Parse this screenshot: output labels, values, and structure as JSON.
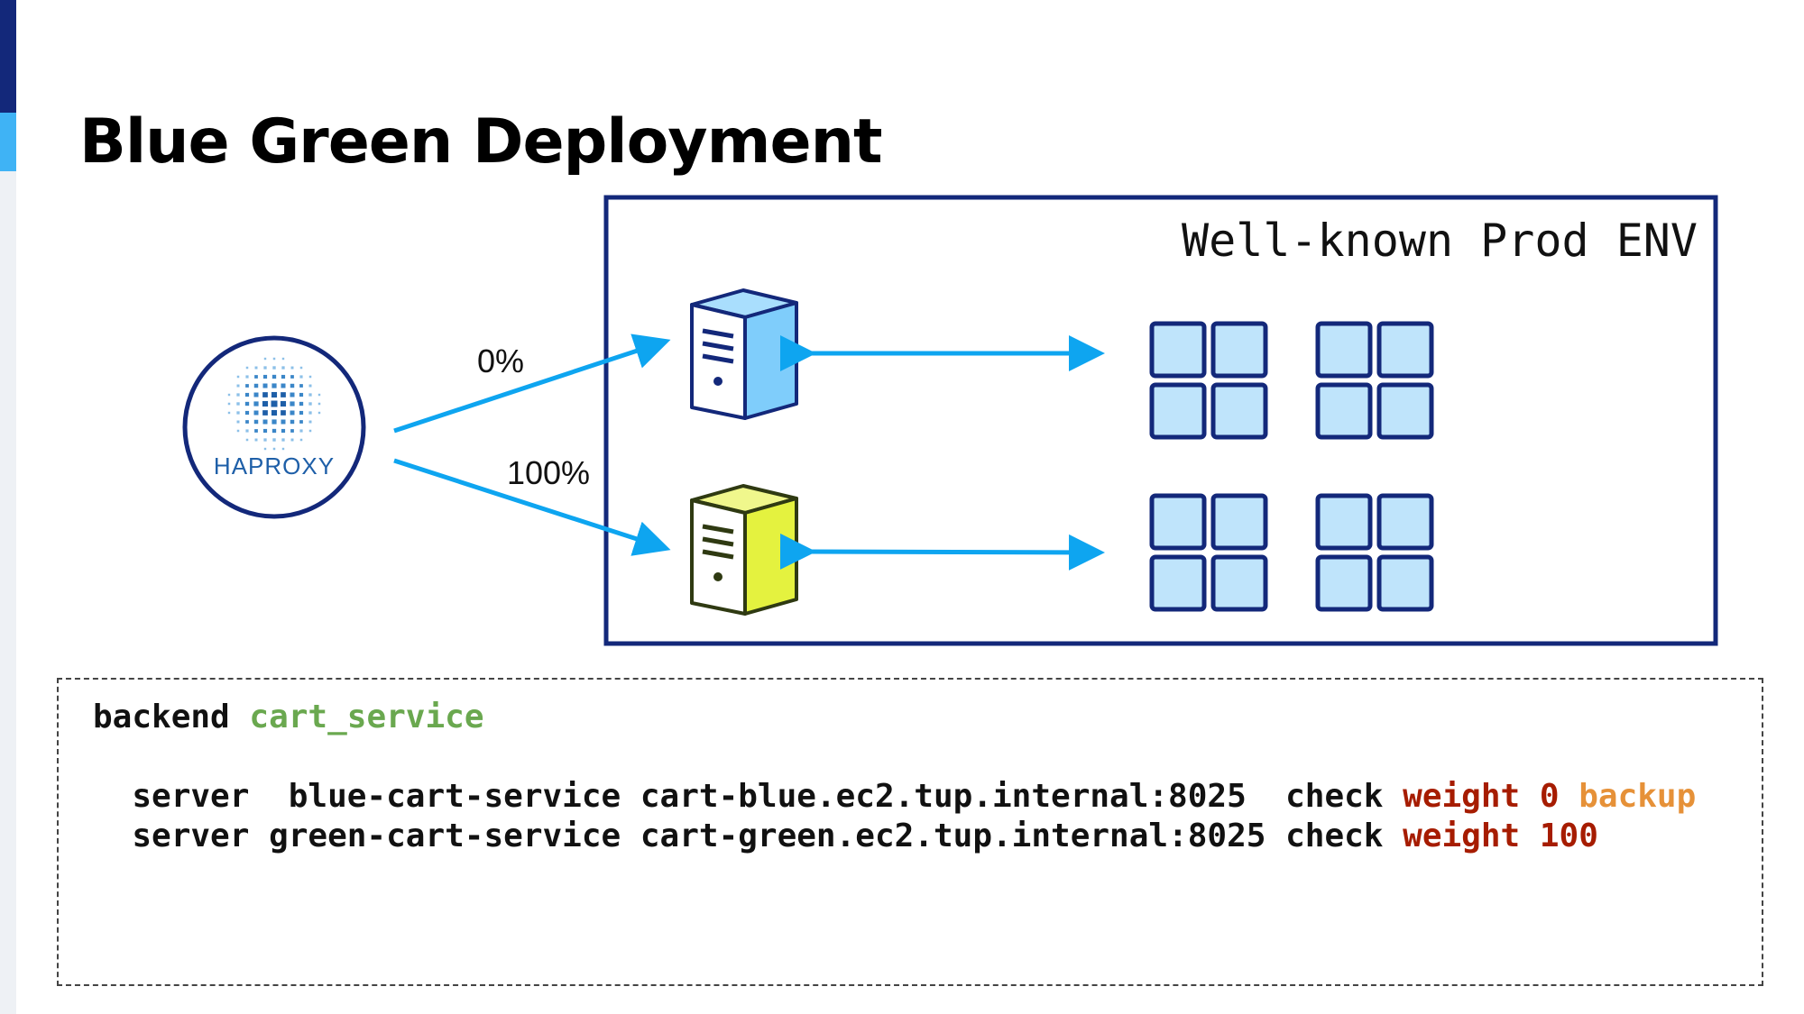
{
  "slide": {
    "title": "Blue Green Deployment"
  },
  "diagram": {
    "env_label": "Well-known Prod ENV",
    "haproxy_label": "HAPROXY",
    "blue_percent": "0%",
    "green_percent": "100%"
  },
  "colors": {
    "navy": "#13287a",
    "arrow": "#0ea5f0",
    "blue_server": "#7fcdfb",
    "green_server": "#e4f23f",
    "tile": "#bfe4fb",
    "config_section": "#6aa84f",
    "config_weight": "#a61c00",
    "config_backup": "#e69138"
  },
  "config": {
    "line1": {
      "keyword": "backend",
      "name": "cart_service"
    },
    "line2": {
      "prefix": "  server  blue-cart-service cart-blue.ec2.tup.internal:8025  check ",
      "weight": "weight 0",
      "backup": "backup"
    },
    "line3": {
      "prefix": "  server green-cart-service cart-green.ec2.tup.internal:8025 check ",
      "weight": "weight 100"
    }
  }
}
